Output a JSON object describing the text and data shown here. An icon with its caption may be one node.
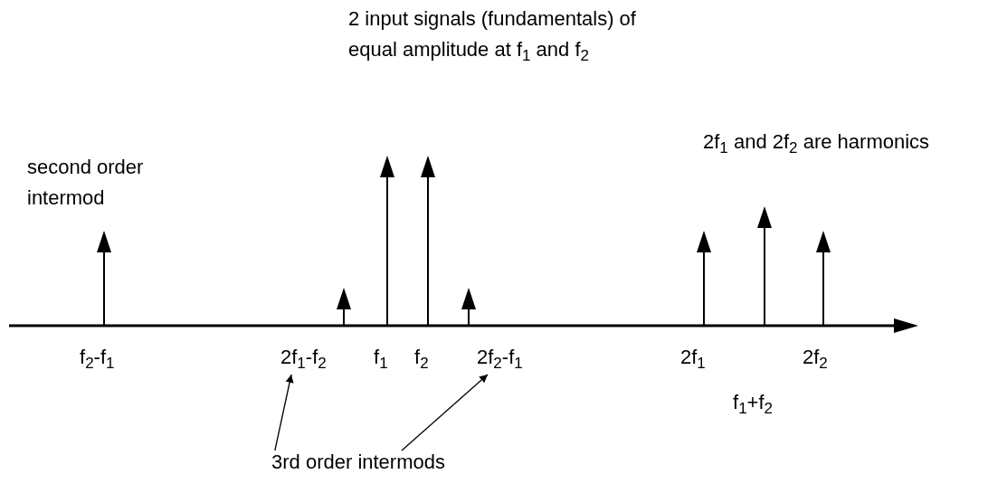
{
  "diagram": {
    "nodes": [
      {
        "text": [
          "3rd order intermods"
        ]
      },
      {
        "text": [
          "2f$_{1}$-f$_{2}$"
        ]
      },
      {
        "text": [
          "2f$_{2}$-f$_{1}$"
        ]
      }
    ],
    "edges": [
      {
        "from": 0,
        "to": 1,
        "arrow": "to"
      },
      {
        "from": 0,
        "to": 2,
        "arrow": "to"
      }
    ],
    "labels": [
      "2 input signals (fundamentals) of equal amplitude at f$_{1}$ and f$_{2}$",
      "2f$_{1}$ and 2f$_{2}$ are harmonics",
      "second order intermod",
      "f$_{2}$-f$_{1}$",
      "f$_{1}$",
      "f$_{2}$",
      "2f$_{1}$",
      "2f$_{2}$",
      "f$_{1}$+f$_{2}$"
    ]
  }
}
